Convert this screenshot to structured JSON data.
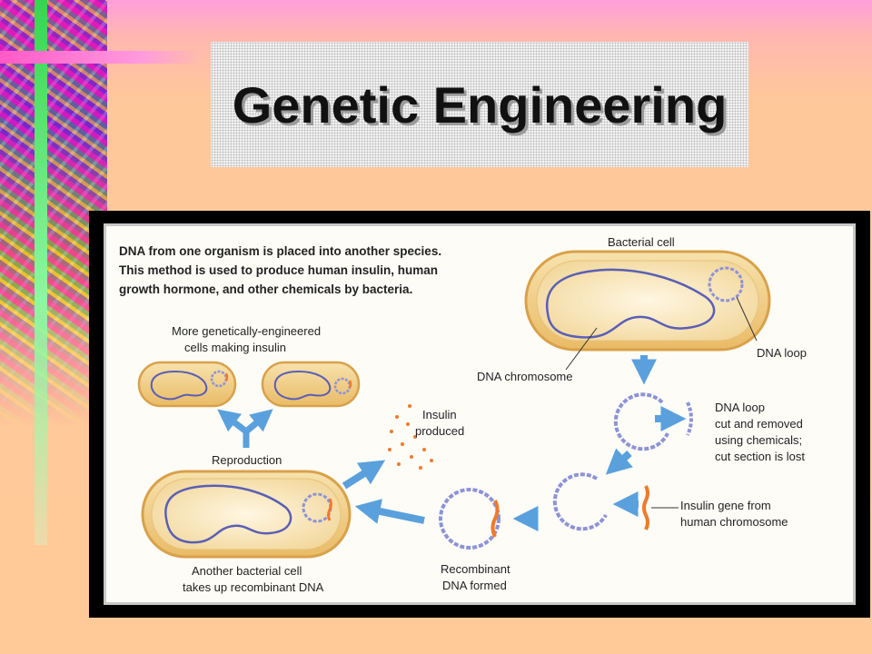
{
  "slide": {
    "title": "Genetic Engineering"
  },
  "figure": {
    "intro": [
      "DNA from one organism is placed into another species.",
      "This method is used to produce human insulin, human",
      "growth hormone, and other chemicals by bacteria."
    ],
    "labels": {
      "bacterial_cell": "Bacterial cell",
      "dna_loop": "DNA loop",
      "dna_chromosome": "DNA chromosome",
      "more_cells_1": "More genetically-engineered",
      "more_cells_2": "cells making insulin",
      "reproduction": "Reproduction",
      "insulin_1": "Insulin",
      "insulin_2": "produced",
      "cut_1": "DNA loop",
      "cut_2": "cut and removed",
      "cut_3": "using chemicals;",
      "cut_4": "cut section is lost",
      "gene_1": "Insulin gene from",
      "gene_2": "human chromosome",
      "recomb_1": "Recombinant",
      "recomb_2": "DNA formed",
      "another_1": "Another bacterial cell",
      "another_2": "takes up recombinant DNA"
    }
  },
  "colors": {
    "cell_fill": "#f3d38e",
    "cell_stroke": "#d9a14a",
    "dna": "#5a5fb5",
    "plasmid": "#8d93d6",
    "insulin_gene": "#f07a2a",
    "arrow": "#5aa0dc"
  }
}
